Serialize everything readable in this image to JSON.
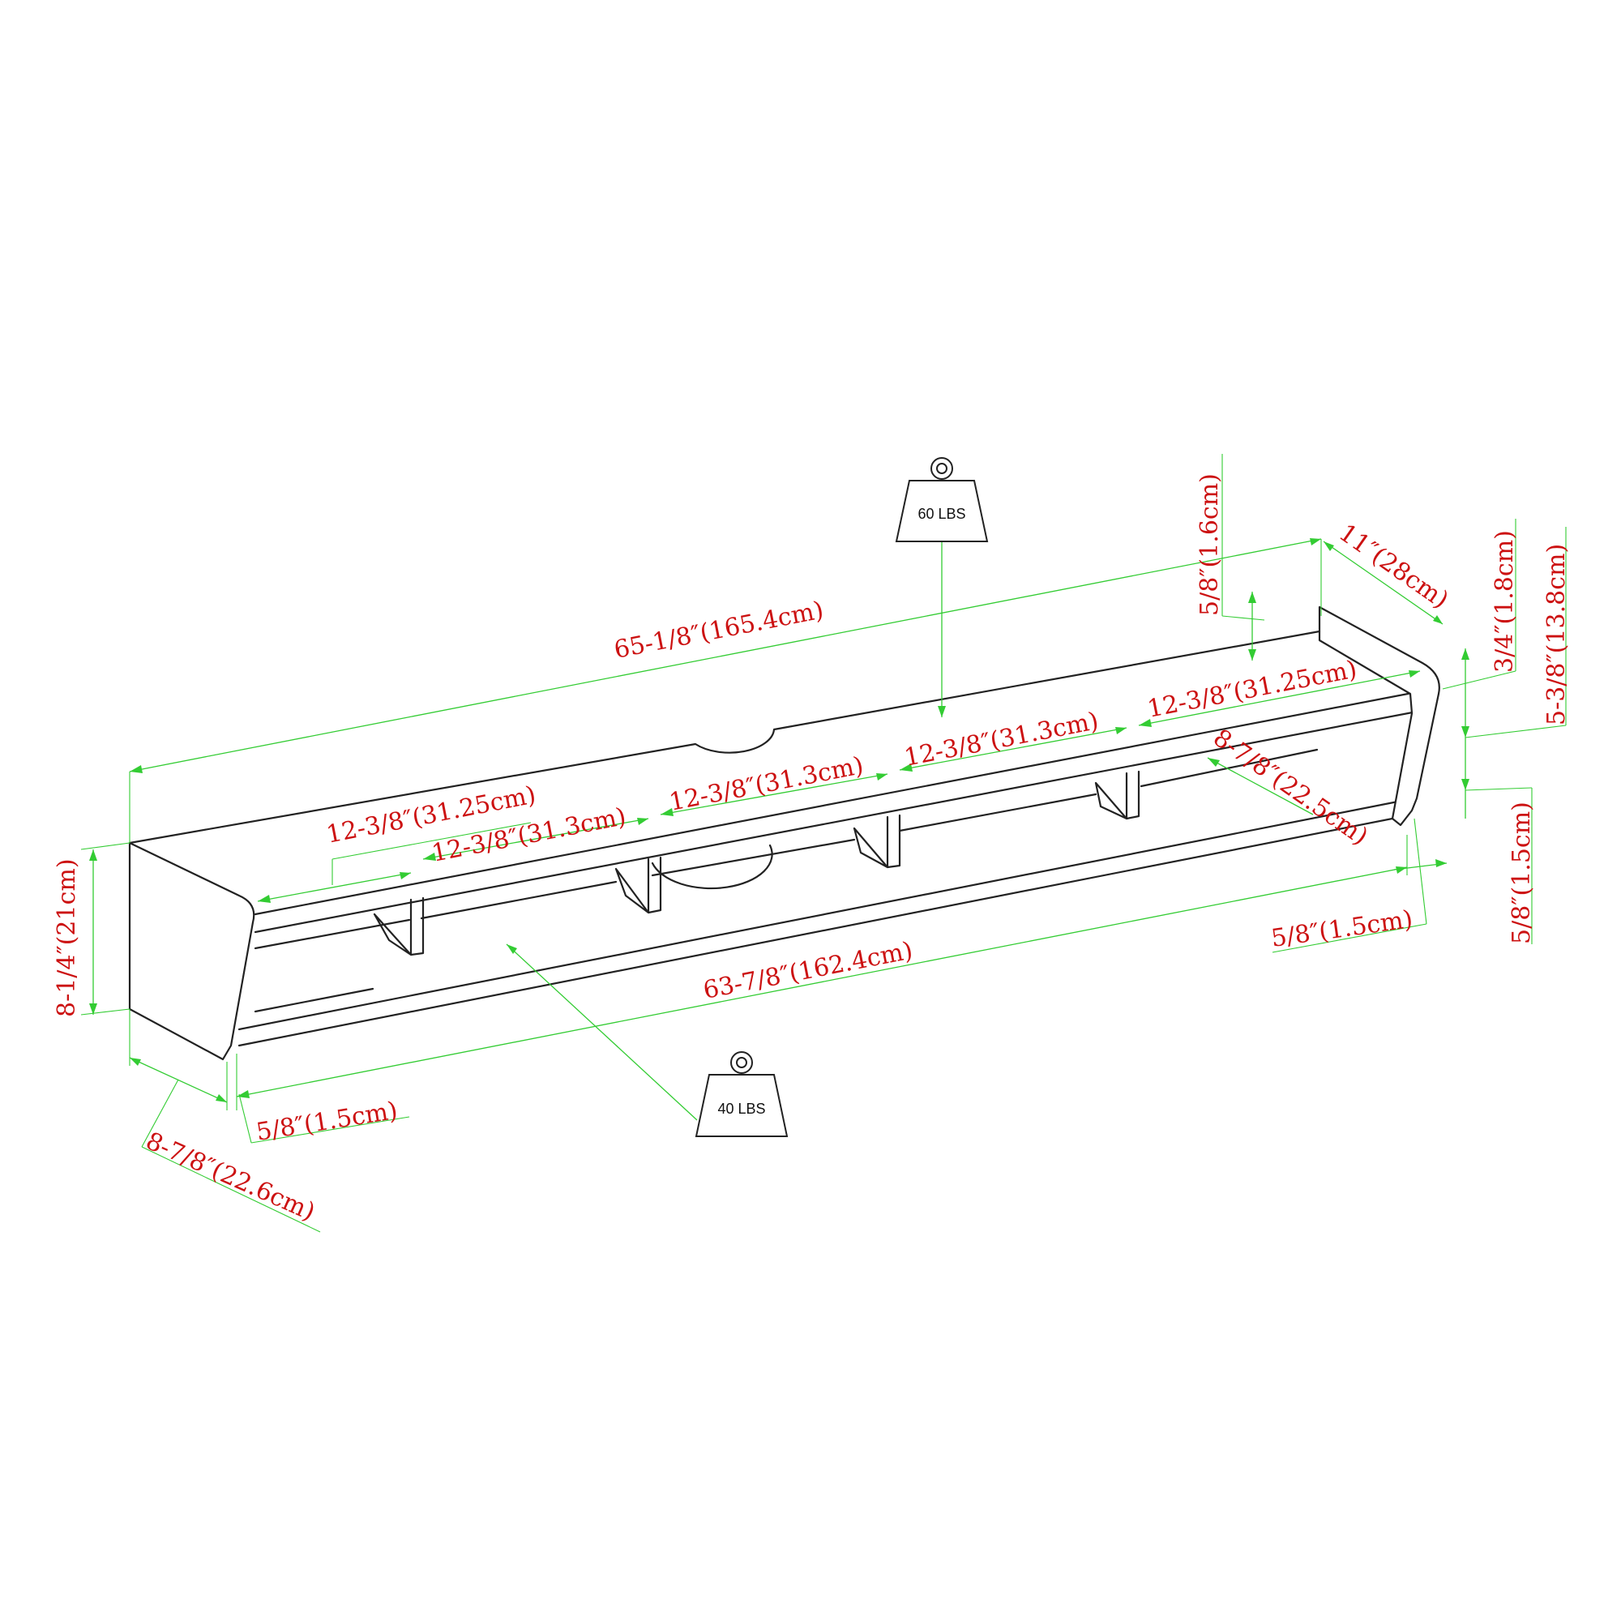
{
  "colors": {
    "dimension_text": "#cc1111",
    "dimension_line": "#33cc33",
    "outline": "#222222",
    "background": "#ffffff"
  },
  "weights": {
    "top_shelf": "60 LBS",
    "bottom_shelf": "40 LBS",
    "icon": "weight-icon"
  },
  "dimensions": {
    "overall_width": "65-1/8″(165.4cm)",
    "inner_width": "63-7/8″(162.4cm)",
    "top_thickness": "5/8″(1.6cm)",
    "depth_top": "11″(28cm)",
    "side_thickness_top": "3/4″(1.8cm)",
    "opening_height": "5-3/8″(13.8cm)",
    "overall_height": "8-1/4″(21cm)",
    "depth_bottom": "8-7/8″(22.6cm)",
    "bottom_side_thickness": "5/8″(1.5cm)",
    "inner_depth": "8-7/8″(22.5cm)",
    "right_panel_thickness": "5/8″(1.5cm)",
    "bottom_shelf_thickness": "5/8″(1.5cm)",
    "compartment_1": "12-3/8″(31.25cm)",
    "compartment_2": "12-3/8″(31.3cm)",
    "compartment_3": "12-3/8″(31.3cm)",
    "compartment_4": "12-3/8″(31.3cm)",
    "compartment_5": "12-3/8″(31.25cm)"
  }
}
